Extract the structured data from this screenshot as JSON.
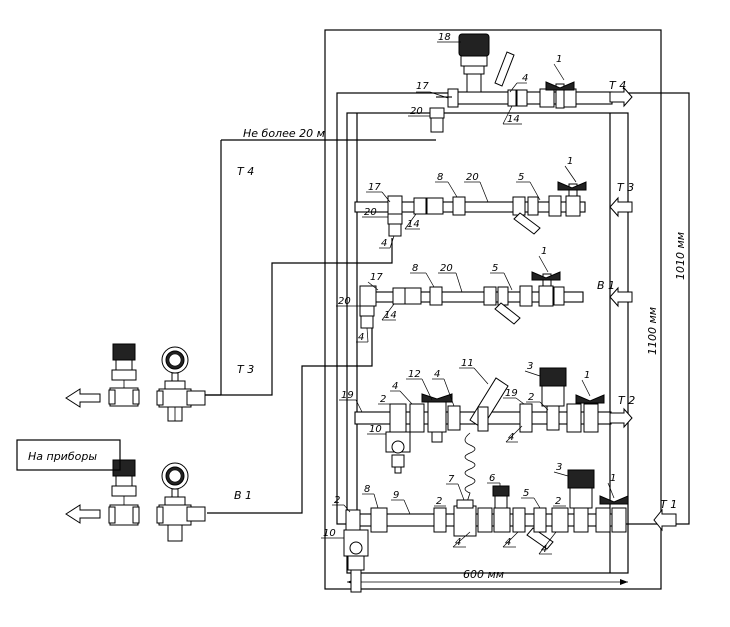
{
  "labels": {
    "limit_note": "Не более 20 м",
    "to_devices": "На приборы",
    "dim_600": "600 мм",
    "dim_1100": "1100 мм",
    "dim_1010": "1010 мм"
  },
  "streams": {
    "t4_right": "Т 4",
    "t3_right": "Т 3",
    "b1_right": "В 1",
    "t2_right": "Т 2",
    "t1_right": "Т 1",
    "t4_left": "Т 4",
    "t3_left": "Т 3",
    "b1_left": "В 1"
  },
  "callouts": {
    "c18": "18",
    "c1_a": "1",
    "c17_a": "17",
    "c4_a": "4",
    "c20_a": "20",
    "c14_a": "14",
    "c1_b": "1",
    "c17_b": "17",
    "c8_b": "8",
    "c20_b": "20",
    "c5_b": "5",
    "c20_b2": "20",
    "c14_b": "14",
    "c4_b": "4",
    "c1_c": "1",
    "c17_c": "17",
    "c8_c": "8",
    "c20_c": "20",
    "c5_c": "5",
    "c20_c2": "20",
    "c14_c": "14",
    "c4_c": "4",
    "c3_d": "3",
    "c1_d": "1",
    "c11_d": "11",
    "c19_d": "19",
    "c12_d": "12",
    "c4_d": "4",
    "c4_d2": "4",
    "c19_d2": "19",
    "c2_d": "2",
    "c2_d2": "2",
    "c10_d": "10",
    "c4_d3": "4",
    "c3_e": "3",
    "c1_e": "1",
    "c7_e": "7",
    "c6_e": "6",
    "c2_e": "2",
    "c8_e": "8",
    "c9_e": "9",
    "c2_e2": "2",
    "c5_e": "5",
    "c2_e3": "2",
    "c10_e": "10",
    "c4_e": "4",
    "c4_e2": "4",
    "c4_e3": "4"
  }
}
